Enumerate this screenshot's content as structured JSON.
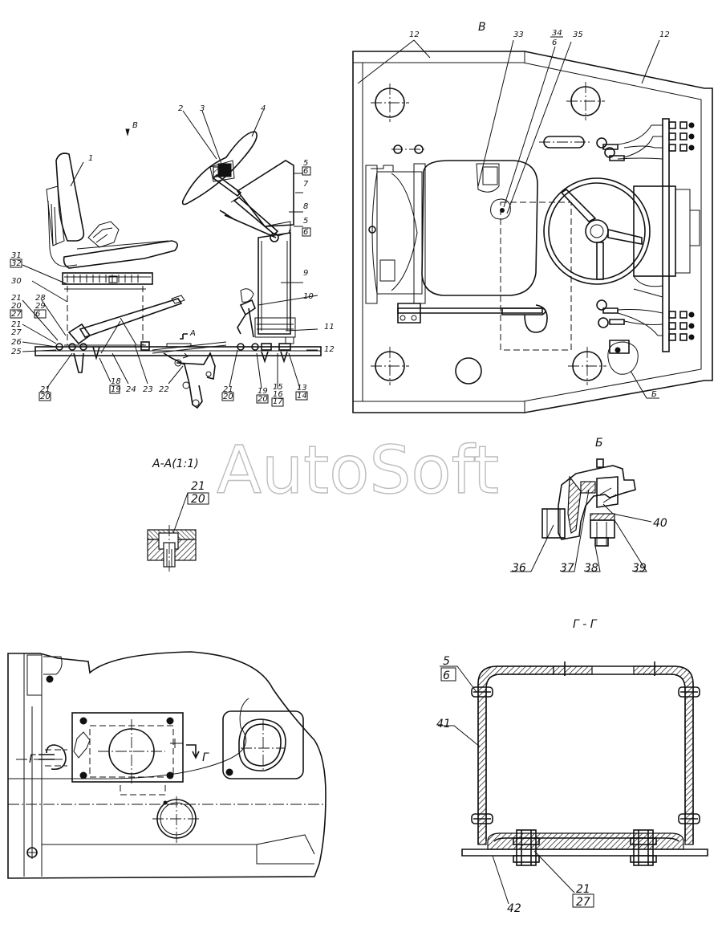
{
  "watermark": "AutoSoft",
  "views": {
    "side": {
      "view_arrow": "В",
      "labels": [
        "1",
        "2",
        "3",
        "4",
        "5",
        "6",
        "7",
        "8",
        "5",
        "6",
        "9",
        "10",
        "11",
        "12",
        "31",
        "32",
        "30",
        "21",
        "20",
        "27",
        "28",
        "29",
        "6",
        "21",
        "27",
        "26",
        "25",
        "21",
        "20",
        "18",
        "19",
        "24",
        "23",
        "22",
        "А",
        "21",
        "20",
        "19",
        "20",
        "15",
        "16",
        "17",
        "13",
        "14"
      ]
    },
    "top": {
      "title": "В",
      "labels": [
        "12",
        "33",
        "34",
        "6",
        "35",
        "12"
      ],
      "detail_ref": "Б"
    },
    "section_a": {
      "title": "А-А(1:1)",
      "labels": [
        "21",
        "20"
      ]
    },
    "detail_b": {
      "title": "Б",
      "labels": [
        "40",
        "36",
        "37",
        "38",
        "39"
      ]
    },
    "section_g": {
      "title": "Г - Г",
      "labels": [
        "5",
        "6",
        "41",
        "42",
        "21",
        "27"
      ]
    },
    "bottom": {
      "cut_mark_left": "Г",
      "cut_mark_right": "Г"
    }
  }
}
